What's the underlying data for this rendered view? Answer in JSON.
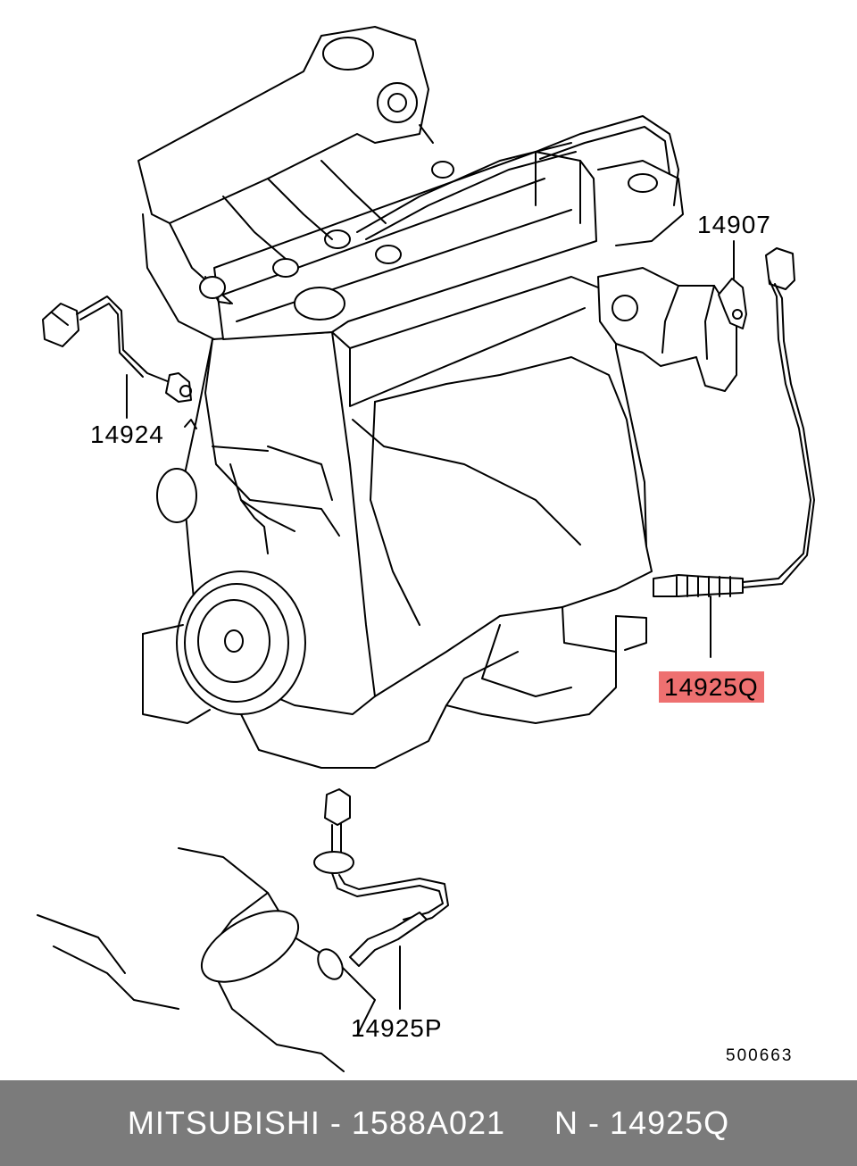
{
  "labels": {
    "sensor_14907": "14907",
    "sensor_14924": "14924",
    "sensor_14925q": "14925Q",
    "sensor_14925p": "14925P",
    "diagram_code": "500663"
  },
  "highlight_color": "#ee7070",
  "footer": {
    "brand": "MITSUBISHI",
    "separator": " - ",
    "part_number": "1588A021",
    "ref_prefix": "N",
    "ref_number": "14925Q",
    "background": "#7b7b7b"
  }
}
